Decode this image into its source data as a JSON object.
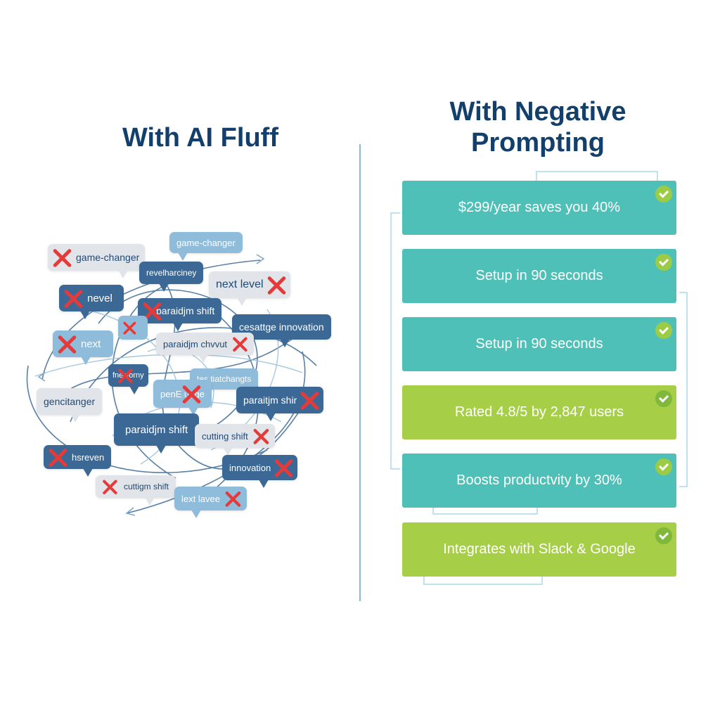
{
  "left_panel": {
    "title": "With AI Fluff",
    "bubbles": [
      {
        "text": "game-changer",
        "style": "grey",
        "x_mark": "left"
      },
      {
        "text": "game-changer",
        "style": "light",
        "x_mark": "none"
      },
      {
        "text": "revelharciney",
        "style": "dark",
        "x_mark": "none"
      },
      {
        "text": "next level",
        "style": "grey",
        "x_mark": "right"
      },
      {
        "text": "nevel",
        "style": "dark",
        "x_mark": "left"
      },
      {
        "text": "paraidjm shift",
        "style": "dark",
        "x_mark": "left"
      },
      {
        "text": "",
        "style": "light",
        "x_mark": "left"
      },
      {
        "text": "cesattge innovation",
        "style": "dark",
        "x_mark": "none"
      },
      {
        "text": "next",
        "style": "light",
        "x_mark": "left"
      },
      {
        "text": "paraidjm chvvut",
        "style": "grey",
        "x_mark": "right"
      },
      {
        "text": "fneworny",
        "style": "dark",
        "x_mark": "left"
      },
      {
        "text": "tes tiatchangts",
        "style": "light",
        "x_mark": "none"
      },
      {
        "text": "penE unge",
        "style": "light",
        "x_mark": "center"
      },
      {
        "text": "gencitanger",
        "style": "grey",
        "x_mark": "none"
      },
      {
        "text": "paraitjm shir",
        "style": "dark",
        "x_mark": "right"
      },
      {
        "text": "paraidjm shift",
        "style": "dark",
        "x_mark": "none"
      },
      {
        "text": "cutting shift",
        "style": "grey",
        "x_mark": "right"
      },
      {
        "text": "hsreven",
        "style": "dark",
        "x_mark": "left"
      },
      {
        "text": "innovation",
        "style": "dark",
        "x_mark": "right"
      },
      {
        "text": "cuttigm shift",
        "style": "grey",
        "x_mark": "left"
      },
      {
        "text": "lext lavee",
        "style": "light",
        "x_mark": "right"
      }
    ]
  },
  "right_panel": {
    "title_line1": "With Negative",
    "title_line2": "Prompting",
    "cards": [
      {
        "text": "$299/year saves you 40%",
        "color": "teal",
        "checked": true
      },
      {
        "text": "Setup in 90 seconds",
        "color": "teal",
        "checked": true
      },
      {
        "text": "Setup in 90 seconds",
        "color": "teal",
        "checked": true
      },
      {
        "text": "Rated 4.8/5 by 2,847 users",
        "color": "green",
        "checked": true
      },
      {
        "text": "Boosts productvity by 30%",
        "color": "teal",
        "checked": true
      },
      {
        "text": "Integrates with Slack & Google",
        "color": "green",
        "checked": true
      }
    ]
  },
  "colors": {
    "title": "#123f6b",
    "bubble_dark": "#3c6896",
    "bubble_light": "#8fbcda",
    "bubble_grey": "#e1e4e8",
    "x_mark": "#e53a3a",
    "card_teal": "#4fc0b7",
    "card_green": "#a6cf47",
    "check_badge": "#9ccc45"
  }
}
